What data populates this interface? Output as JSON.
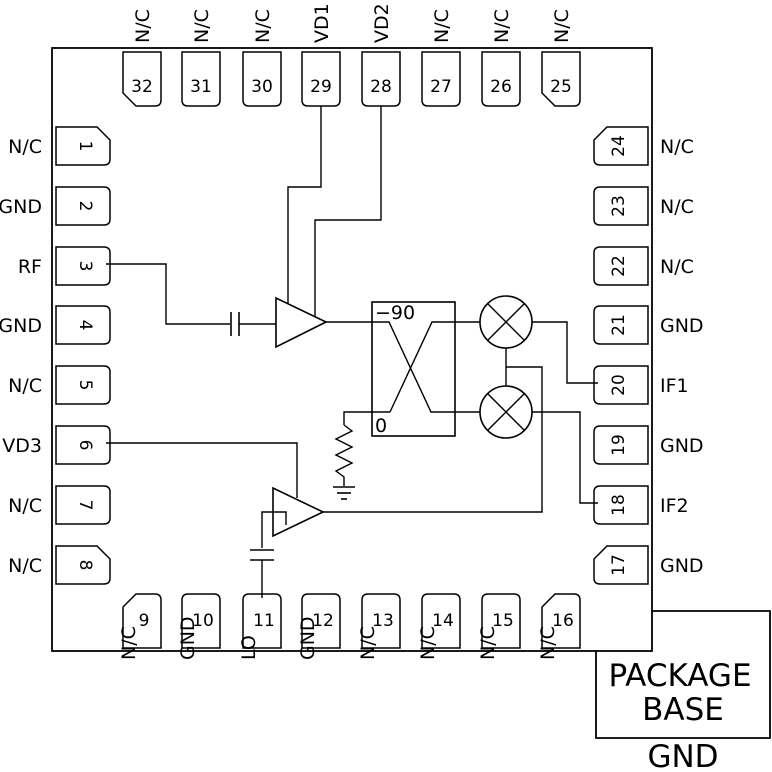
{
  "pins": [
    {
      "num": "1",
      "label": "N/C"
    },
    {
      "num": "2",
      "label": "GND"
    },
    {
      "num": "3",
      "label": "RF"
    },
    {
      "num": "4",
      "label": "GND"
    },
    {
      "num": "5",
      "label": "N/C"
    },
    {
      "num": "6",
      "label": "VD3"
    },
    {
      "num": "7",
      "label": "N/C"
    },
    {
      "num": "8",
      "label": "N/C"
    },
    {
      "num": "9",
      "label": "N/C"
    },
    {
      "num": "10",
      "label": "GND"
    },
    {
      "num": "11",
      "label": "LO"
    },
    {
      "num": "12",
      "label": "GND"
    },
    {
      "num": "13",
      "label": "N/C"
    },
    {
      "num": "14",
      "label": "N/C"
    },
    {
      "num": "15",
      "label": "N/C"
    },
    {
      "num": "16",
      "label": "N/C"
    },
    {
      "num": "17",
      "label": "GND"
    },
    {
      "num": "18",
      "label": "IF2"
    },
    {
      "num": "19",
      "label": "GND"
    },
    {
      "num": "20",
      "label": "IF1"
    },
    {
      "num": "21",
      "label": "GND"
    },
    {
      "num": "22",
      "label": "N/C"
    },
    {
      "num": "23",
      "label": "N/C"
    },
    {
      "num": "24",
      "label": "N/C"
    },
    {
      "num": "25",
      "label": "N/C"
    },
    {
      "num": "26",
      "label": "N/C"
    },
    {
      "num": "27",
      "label": "N/C"
    },
    {
      "num": "28",
      "label": "VD2"
    },
    {
      "num": "29",
      "label": "VD1"
    },
    {
      "num": "30",
      "label": "N/C"
    },
    {
      "num": "31",
      "label": "N/C"
    },
    {
      "num": "32",
      "label": "N/C"
    }
  ],
  "hybrid": {
    "top_port": "−90",
    "bottom_port": "0"
  },
  "package_base": {
    "line1": "PACKAGE",
    "line2": "BASE",
    "ground": "GND"
  }
}
